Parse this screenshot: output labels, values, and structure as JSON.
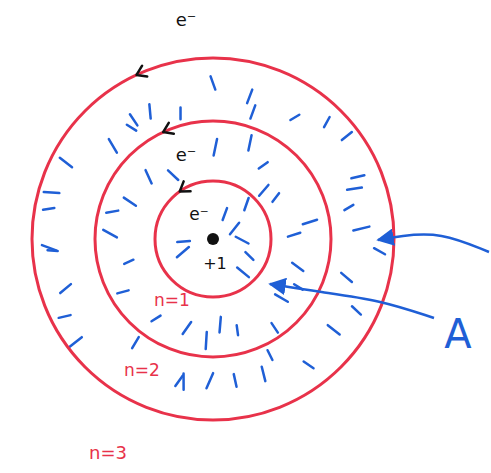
{
  "diagram": {
    "labels": [
      "e⁻",
      "e⁻",
      "e⁻",
      "+1",
      "n=1",
      "n=2",
      "n=3",
      "A"
    ]
  }
}
